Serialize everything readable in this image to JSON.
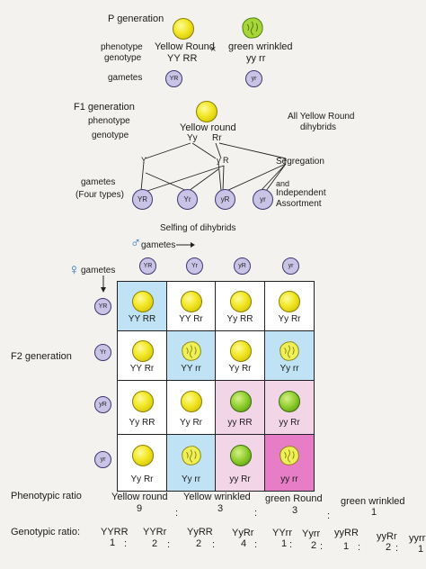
{
  "p_gen": {
    "title": "P generation",
    "phenotype_label": "phenotype",
    "genotype_label": "genotype",
    "yellow_round": "Yellow Round",
    "yellow_round_geno": "YY RR",
    "cross": "×",
    "green_wrinkled": "green wrinkled",
    "green_wrinkled_geno": "yy rr",
    "gametes_label": "gametes",
    "gamete_a": "YR",
    "gamete_b": "yr"
  },
  "f1": {
    "title": "F1 generation",
    "phenotype_label": "phenotype",
    "genotype_label": "genotype",
    "phenotype": "Yellow round",
    "geno_yy": "Yy",
    "geno_rr": "Rr",
    "note": "All Yellow Round",
    "note2": "dihybrids",
    "allele_y_upper": "Y",
    "allele_y_lower": "y",
    "allele_r_upper": "R",
    "allele_r_lower": "r",
    "segregation": "Segregation",
    "and": "and",
    "independent": "Independent",
    "assortment": "Assortment",
    "gametes_label": "gametes",
    "four_types": "(Four types)",
    "gametes": [
      "YR",
      "Yr",
      "yR",
      "yr"
    ]
  },
  "selfing": "Selfing of dihybrids",
  "male_symbol": "♂",
  "male_label": "gametes",
  "female_symbol": "♀",
  "female_label": "gametes",
  "column_gametes": [
    "YR",
    "Yr",
    "yR",
    "yr"
  ],
  "row_gametes": [
    "YR",
    "Yr",
    "yR",
    "yr"
  ],
  "f2_label": "F2 generation",
  "colors": {
    "blue": "#bfe3f4",
    "pink": "#f3d5e8",
    "magenta": "#e77cc7",
    "white": "#ffffff",
    "gamete": "#c9c3e6"
  },
  "grid": [
    [
      {
        "g": "YY RR",
        "p": "yellow-round",
        "bg": "blue"
      },
      {
        "g": "YY Rr",
        "p": "yellow-round",
        "bg": "white"
      },
      {
        "g": "Yy RR",
        "p": "yellow-round",
        "bg": "white"
      },
      {
        "g": "Yy Rr",
        "p": "yellow-round",
        "bg": "white"
      }
    ],
    [
      {
        "g": "YY Rr",
        "p": "yellow-round",
        "bg": "white"
      },
      {
        "g": "YY rr",
        "p": "yellow-wrinkled",
        "bg": "blue"
      },
      {
        "g": "Yy Rr",
        "p": "yellow-round",
        "bg": "white"
      },
      {
        "g": "Yy rr",
        "p": "yellow-wrinkled",
        "bg": "blue"
      }
    ],
    [
      {
        "g": "Yy RR",
        "p": "yellow-round",
        "bg": "white"
      },
      {
        "g": "Yy Rr",
        "p": "yellow-round",
        "bg": "white"
      },
      {
        "g": "yy RR",
        "p": "green-round",
        "bg": "pink"
      },
      {
        "g": "yy Rr",
        "p": "green-round",
        "bg": "pink"
      }
    ],
    [
      {
        "g": "Yy Rr",
        "p": "yellow-round",
        "bg": "white"
      },
      {
        "g": "Yy rr",
        "p": "yellow-wrinkled",
        "bg": "blue"
      },
      {
        "g": "yy Rr",
        "p": "green-round",
        "bg": "pink"
      },
      {
        "g": "yy rr",
        "p": "yellow-wrinkled",
        "bg": "magenta"
      }
    ]
  ],
  "phenotypic": {
    "label": "Phenotypic ratio",
    "items": [
      {
        "name": "Yellow round",
        "value": "9"
      },
      {
        "name": "Yellow wrinkled",
        "value": "3"
      },
      {
        "name": "green Round",
        "value": "3"
      },
      {
        "name": "green wrinkled",
        "value": "1"
      }
    ],
    "sep": ":"
  },
  "genotypic": {
    "label": "Genotypic  ratio:",
    "items": [
      {
        "name": "YYRR",
        "value": "1"
      },
      {
        "name": "YYRr",
        "value": "2"
      },
      {
        "name": "YyRR",
        "value": "2"
      },
      {
        "name": "YyRr",
        "value": "4"
      },
      {
        "name": "YYrr",
        "value": "1"
      },
      {
        "name": "Yyrr",
        "value": "2"
      },
      {
        "name": "yyRR",
        "value": "1"
      },
      {
        "name": "yyRr",
        "value": "2"
      },
      {
        "name": "yyrr",
        "value": "1"
      }
    ],
    "sep": ":"
  }
}
